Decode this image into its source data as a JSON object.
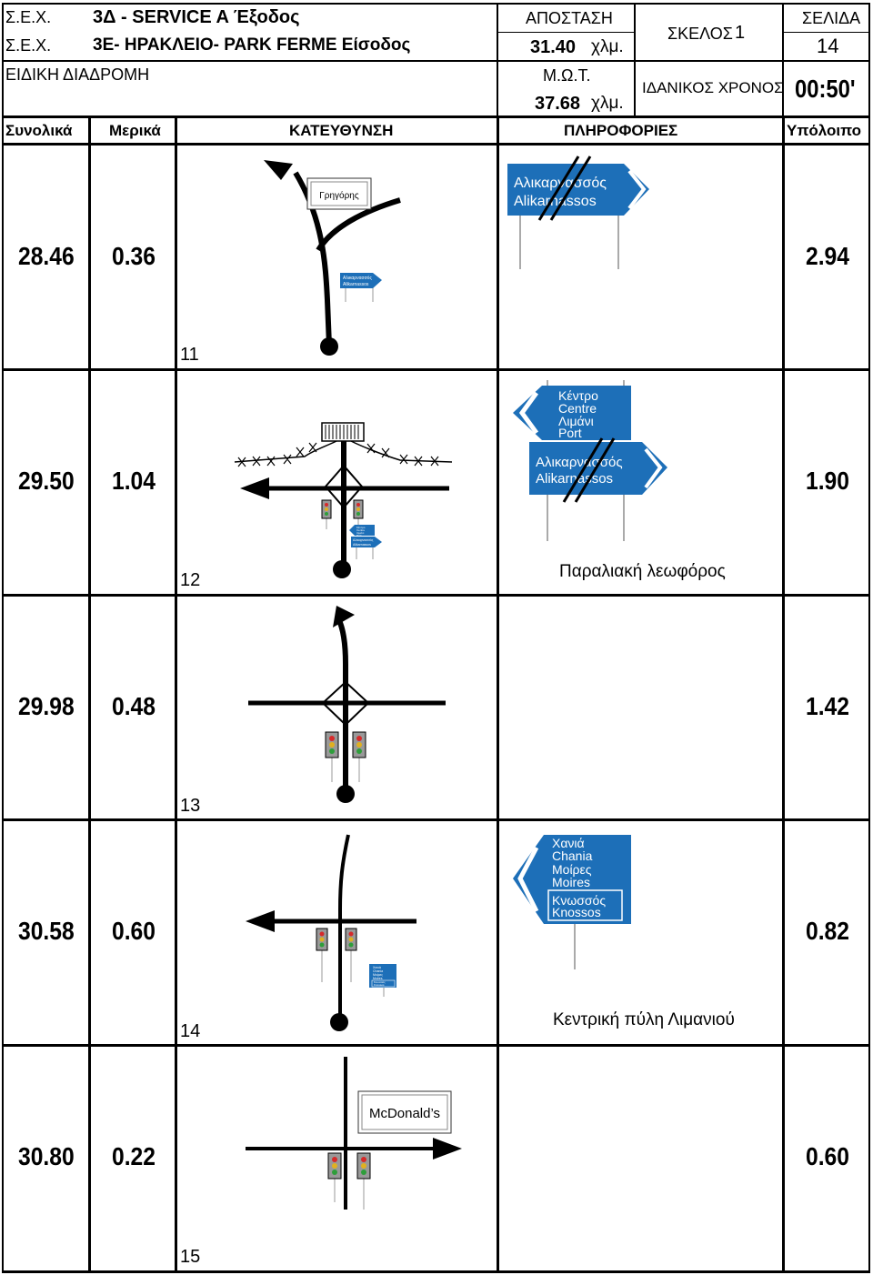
{
  "header": {
    "sek_label_1": "Σ.Ε.Χ.",
    "route_1": "3Δ - SERVICE A Έξοδος",
    "sek_label_2": "Σ.Ε.Χ.",
    "route_2": "3Ε- ΗΡΑΚΛΕΙΟ- PARK FERME Είσοδος",
    "special_route": "ΕΙΔΙΚΗ ΔΙΑΔΡΟΜΗ",
    "distance_label": "ΑΠΟΣΤΑΣΗ",
    "distance_value": "31.40",
    "distance_unit": "χλμ.",
    "avg_label": "Μ.Ω.Τ.",
    "avg_value": "37.68",
    "avg_unit": "χλμ.",
    "leg_label": "ΣΚΕΛΟΣ",
    "leg_value": "1",
    "ideal_time_label": "ΙΔΑΝΙΚΟΣ ΧΡΟΝΟΣ",
    "ideal_time_value": "00:50'",
    "page_label": "ΣΕΛΙΔΑ",
    "page_value": "14"
  },
  "columns": {
    "total": "Συνολικά",
    "partial": "Μερικά",
    "direction": "ΚΑΤΕΥΘΥΝΣΗ",
    "info": "ΠΛΗΡΟΦΟΡΙΕΣ",
    "remaining": "Υπόλοιπο"
  },
  "rows": [
    {
      "total": "28.46",
      "partial": "0.36",
      "remaining": "2.94",
      "number": "11",
      "info": "",
      "sign_label": "Γρηγόρης",
      "sign_main": [
        "Αλικαρνασσός",
        "Alikarnassos"
      ],
      "sign_mini": [
        "Αλικαρνασσός",
        "Alikarnassos"
      ]
    },
    {
      "total": "29.50",
      "partial": "1.04",
      "remaining": "1.90",
      "number": "12",
      "info": "Παραλιακή λεωφόρος",
      "sign_top": [
        "Κέντρο",
        "Centre",
        "Λιμάνι",
        "Port"
      ],
      "sign_bottom": [
        "Αλικαρνασσός",
        "Alikarnassos"
      ],
      "sign_mini_top": [
        "Κέντρο",
        "Centre",
        "Λιμάνι",
        "Port"
      ],
      "sign_mini_bottom": [
        "Αλικαρνασσός",
        "Alikarnassos"
      ]
    },
    {
      "total": "29.98",
      "partial": "0.48",
      "remaining": "1.42",
      "number": "13",
      "info": ""
    },
    {
      "total": "30.58",
      "partial": "0.60",
      "remaining": "0.82",
      "number": "14",
      "info": "Κεντρική πύλη Λιμανιού",
      "sign_lines": [
        "Χανιά",
        "Chania",
        "Μοίρες",
        "Moires"
      ],
      "sign_box": [
        "Κνωσσός",
        "Knossos"
      ],
      "sign_mini_lines": [
        "Χανιά",
        "Chania",
        "Μοίρες",
        "Moires"
      ],
      "sign_mini_box": [
        "Κνωσσός",
        "Knossos"
      ]
    },
    {
      "total": "30.80",
      "partial": "0.22",
      "remaining": "0.60",
      "number": "15",
      "info": "",
      "sign_label": "McDonald’s"
    }
  ],
  "colors": {
    "sign_blue": "#1d6fb8",
    "sign_text": "#ffffff",
    "traffic_red": "#d62a2a",
    "traffic_amber": "#e0b020",
    "traffic_green": "#2e9e3a"
  }
}
